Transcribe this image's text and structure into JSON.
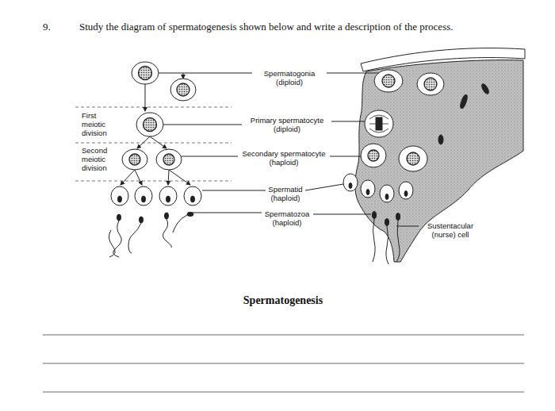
{
  "diagram": {
    "caption": "Spermatogenesis",
    "labels": [
      "9.",
      "Study the diagram of spermatogenesis shown below and write a description of the process.",
      "First meiotic division",
      "Second meiotic division",
      "Spermatogonia (diploid)",
      "Primary spermatocyte (diploid)",
      "Secondary spermatocyte (haploid)",
      "Spermatid (haploid)",
      "Spermatozoa (haploid)",
      "Sustentacular (nurse) cell"
    ]
  }
}
